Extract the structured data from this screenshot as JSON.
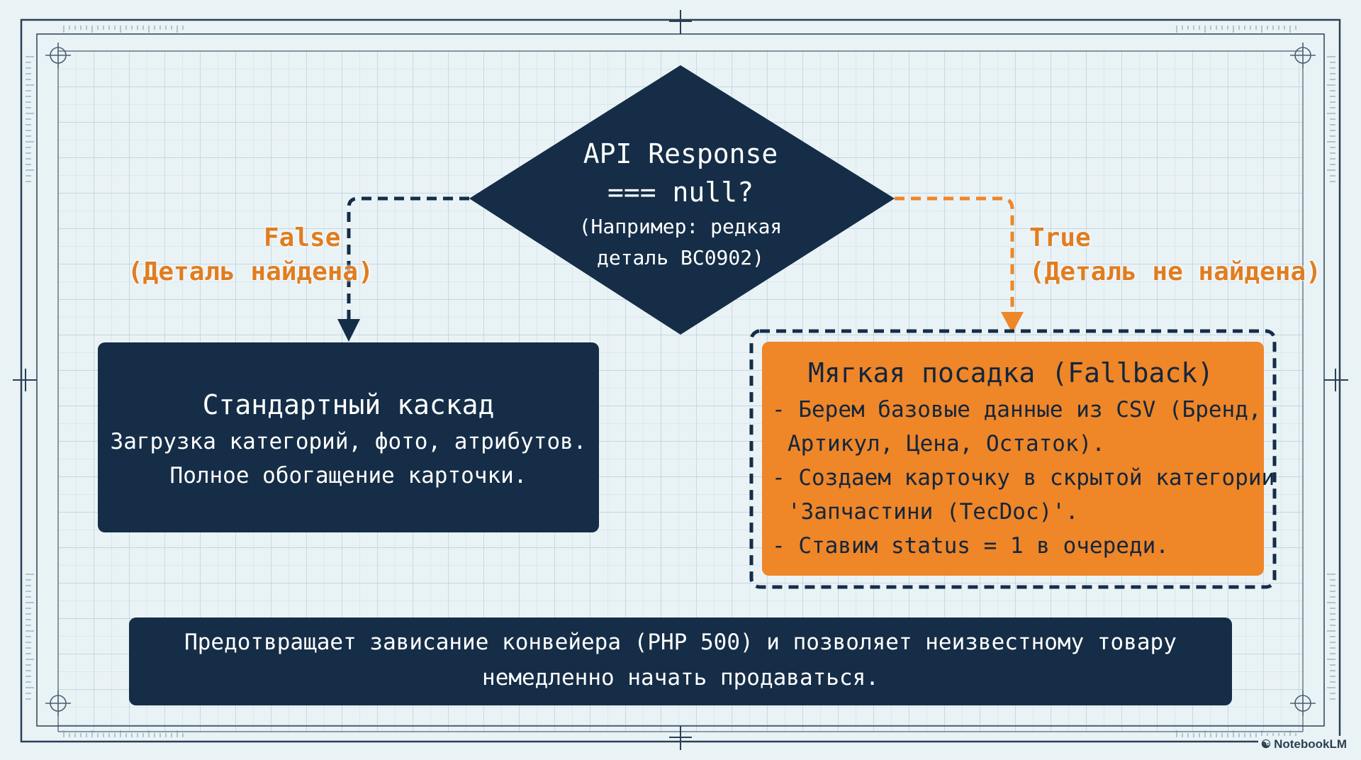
{
  "diagram": {
    "decision": {
      "question_line1": "API Response",
      "question_line2": "=== null?",
      "example_line1": "(Например: редкая",
      "example_line2": "деталь BC0902)"
    },
    "branch_false": {
      "label": "False",
      "sublabel": "(Деталь найдена)",
      "box": {
        "title": "Стандартный каскад",
        "lines": [
          "Загрузка категорий, фото, атрибутов.",
          "Полное обогащение карточки."
        ]
      }
    },
    "branch_true": {
      "label": "True",
      "sublabel": "(Деталь не найдена)",
      "box": {
        "title": "Мягкая посадка (Fallback)",
        "items": [
          {
            "line1": "- Берем базовые данные из CSV (Бренд,",
            "line2": "Артикул, Цена, Остаток)."
          },
          {
            "line1": "- Создаем карточку в скрытой категории",
            "line2": "'Запчастини (TecDoc)'."
          },
          {
            "line1": "- Ставим status = 1 в очереди.",
            "line2": ""
          }
        ]
      }
    },
    "summary": {
      "line1": "Предотвращает зависание конвейера (PHP 500) и позволяет неизвестному товару",
      "line2": "немедленно начать продаваться."
    }
  },
  "branding": {
    "icon": "notebooklm-logo-icon",
    "text": "NotebookLM"
  },
  "colors": {
    "navy": "#152d47",
    "orange": "#ef8628",
    "label_orange": "#e07d21",
    "grid": "#c5d6e0",
    "background": "#e9f3f6"
  }
}
